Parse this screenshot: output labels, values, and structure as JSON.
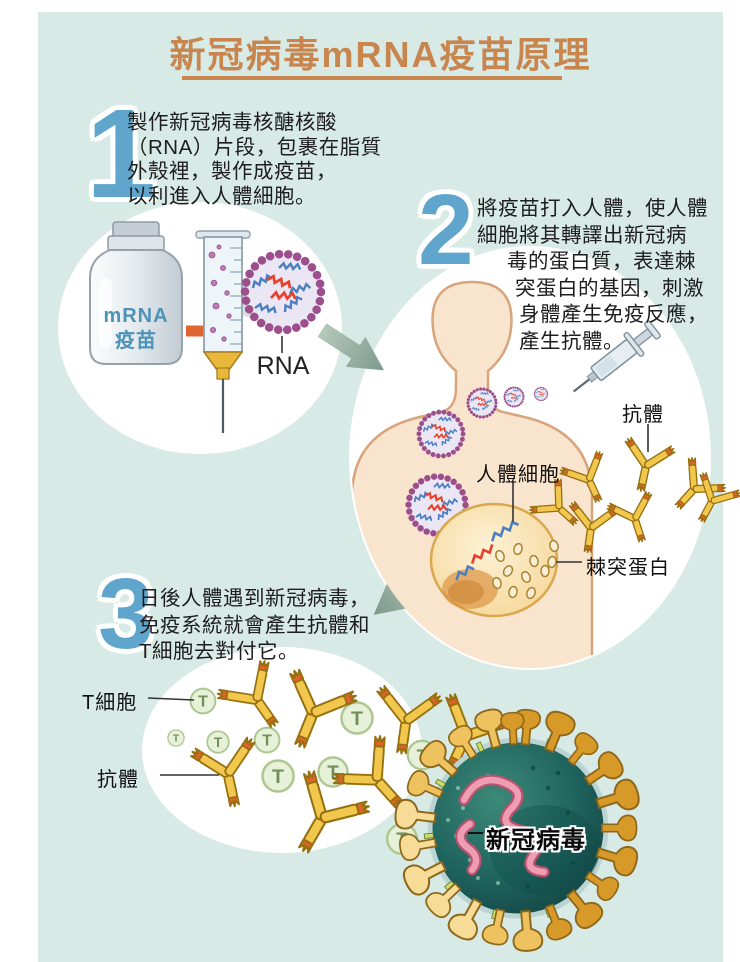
{
  "page": {
    "background": "#ffffff",
    "panel_bg": "#d8eae6"
  },
  "title": {
    "text": "新冠病毒mRNA疫苗原理",
    "color": "#c8854e"
  },
  "steps": [
    {
      "number": "1",
      "lines": [
        "製作新冠病毒核醣核酸",
        "（RNA）片段，包裹在脂質",
        "外殼裡，製作成疫苗，",
        "以利進入人體細胞。"
      ]
    },
    {
      "number": "2",
      "lines": [
        "將疫苗打入人體，使人體",
        "細胞將其轉譯出新冠病",
        "毒的蛋白質，表達棘",
        "突蛋白的基因，刺激",
        "身體產生免疫反應，",
        "產生抗體。"
      ]
    },
    {
      "number": "3",
      "lines": [
        "日後人體遇到新冠病毒，",
        "免疫系統就會產生抗體和",
        "T細胞去對付它。"
      ]
    }
  ],
  "labels": {
    "vial_line1": "mRNA",
    "vial_line2": "疫苗",
    "rna": "RNA",
    "antibody_body": "抗體",
    "human_cell": "人體細胞",
    "spike_protein": "棘突蛋白",
    "t_cell": "T細胞",
    "antibody_immune": "抗體",
    "virus": "新冠病毒",
    "t_letter": "T"
  },
  "colors": {
    "step_number": "#60a6cc",
    "body_text": "#1d1d1d",
    "title": "#c8854e",
    "vial_label": "#4d93b8",
    "antibody_yellow": "#f2c74e",
    "antibody_tip": "#e2622b",
    "t_cell_fill": "#e7f0d8",
    "t_cell_letter": "#6f8f58",
    "lipid_ring": "#9c4f8c",
    "rna_blue": "#4b7fc0",
    "rna_red": "#e8402a",
    "skin": "#f9e4ce",
    "cell_fill": "#f7d89d",
    "virus_body": "#14524f",
    "virus_spike_dark": "#d79a28",
    "virus_spike_light": "#f6dc96",
    "arrow_green": "#7d9a8c",
    "arrow_orange": "#e0662f"
  }
}
